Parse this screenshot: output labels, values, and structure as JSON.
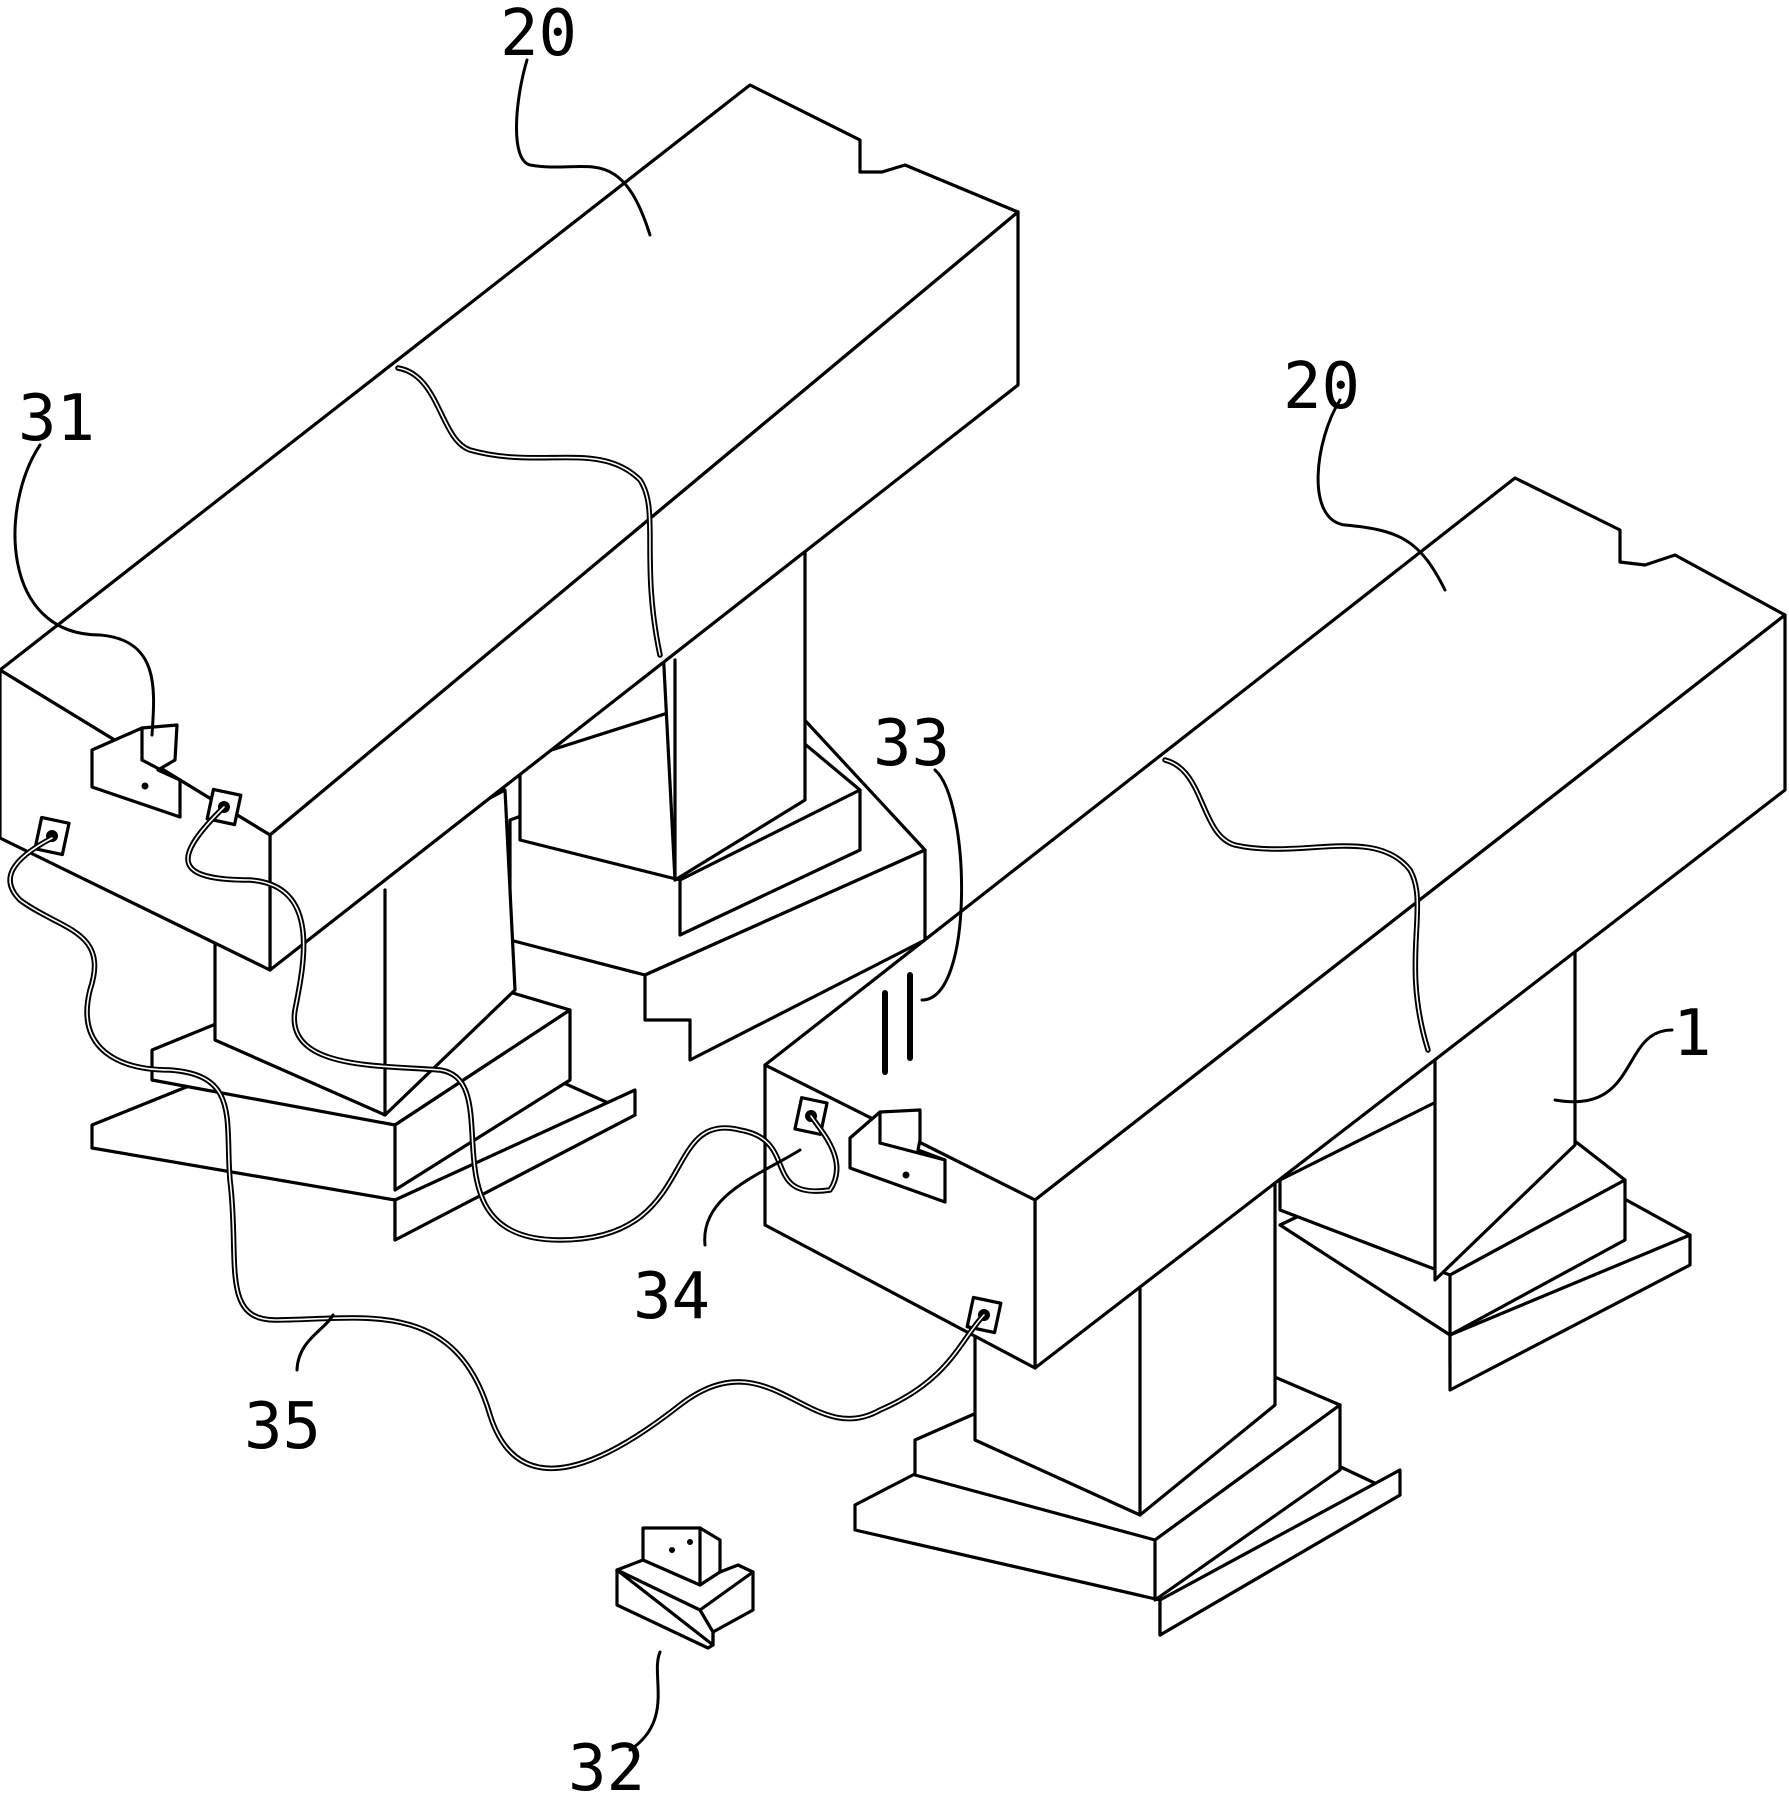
{
  "labels": {
    "beam_left": "20",
    "beam_right": "20",
    "connector_slot": "31",
    "connector_block": "32",
    "pins": "33",
    "jack": "34",
    "cable": "35",
    "pier": "1"
  },
  "colors": {
    "line": "#000000",
    "background": "#ffffff"
  }
}
